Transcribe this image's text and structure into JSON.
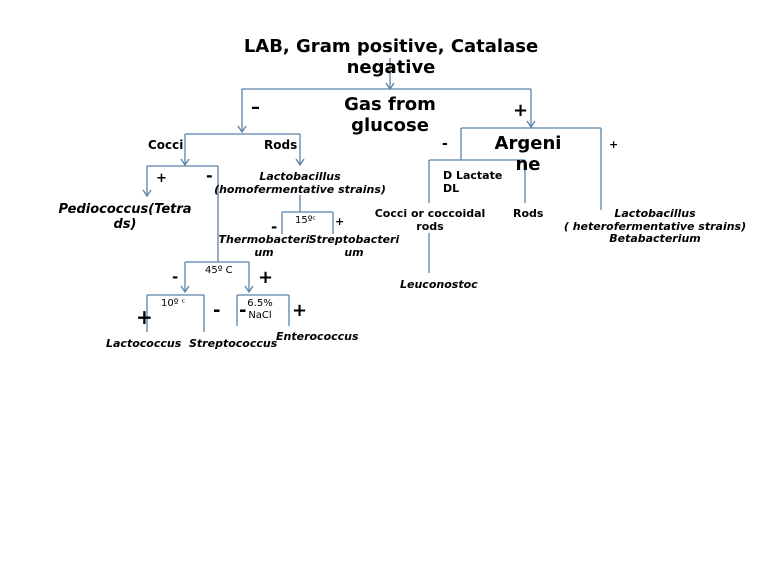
{
  "root": {
    "line1": "LAB, Gram positive, Catalase",
    "line2": "negative"
  },
  "gas": {
    "line1": "Gas from",
    "line2": "glucose",
    "neg": "–",
    "pos": "+"
  },
  "left_branch": {
    "cocci": "Cocci",
    "rods": "Rods",
    "cocci_pos": "+",
    "cocci_neg": "-",
    "pediococcus_line1": "Pediococcus(Tetra",
    "pediococcus_line2": "ds)",
    "lactobacillus_homo_line1": "Lactobacillus",
    "lactobacillus_homo_line2": "(homofermentative strains)",
    "temp15": "15ºᶜ",
    "temp15_neg": "-",
    "temp15_pos": "+",
    "thermo_line1": "Thermobacteri",
    "thermo_line2": "um",
    "strepto_bact_line1": "Streptobacteri",
    "strepto_bact_line2": "um",
    "temp45": "45º C",
    "temp45_neg": "-",
    "temp45_pos": "+",
    "temp10": "10º ᶜ",
    "temp10_pos": "+",
    "temp10_neg": "-",
    "nacl_line1": "6.5%",
    "nacl_line2": "NaCl",
    "nacl_neg": "-",
    "nacl_pos": "+",
    "lactococcus": "Lactococcus",
    "streptococcus": "Streptococcus",
    "enterococcus": "Enterococcus"
  },
  "right_branch": {
    "arginine_line1": "Argeni",
    "arginine_line2": "ne",
    "arg_neg": "-",
    "arg_pos": "+",
    "dlactate_line1": "D Lactate",
    "dlactate_line2": "DL",
    "cocci_coccoidal_line1": "Cocci or coccoidal",
    "cocci_coccoidal_line2": "rods",
    "rods": "Rods",
    "leuconostoc": "Leuconostoc",
    "lacto_hetero_line1": "Lactobacillus",
    "lacto_hetero_line2": "(  heterofermentative strains)",
    "lacto_hetero_line3": "Betabacterium"
  },
  "colors": {
    "connector": "#5b82aa",
    "text": "#000000"
  }
}
